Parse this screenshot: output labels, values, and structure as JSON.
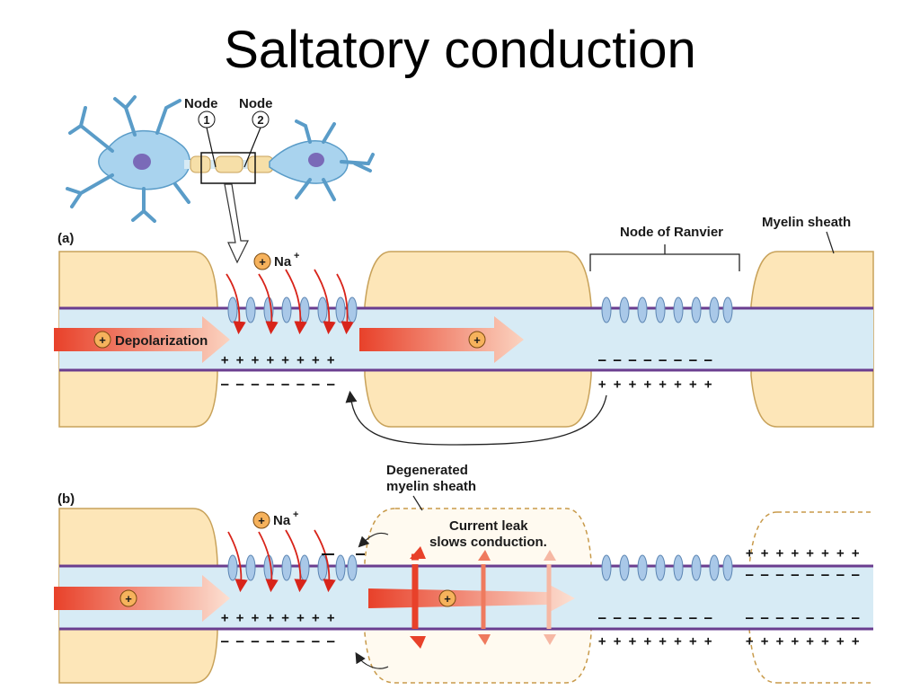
{
  "title": "Saltatory conduction",
  "inset": {
    "node1_label": "Node",
    "node1_num": "1",
    "node2_label": "Node",
    "node2_num": "2"
  },
  "panel_a": {
    "letter": "(a)",
    "na_label": "Na",
    "na_sup": "+",
    "depolarization": "Depolarization",
    "node_of_ranvier": "Node of Ranvier",
    "myelin_sheath": "Myelin sheath",
    "plus_row": "+ + + + + + + +",
    "minus_row": "– – – – – – – –"
  },
  "panel_b": {
    "letter": "(b)",
    "na_label": "Na",
    "na_sup": "+",
    "degenerated_line1": "Degenerated",
    "degenerated_line2": "myelin sheath",
    "leak_line1": "Current leak",
    "leak_line2": "slows conduction.",
    "plus_row": "+ + + + + + + +",
    "minus_row": "– – – – – – – –"
  },
  "plus_symbol": "+",
  "colors": {
    "myelin": "#fde6b8",
    "myelin_border": "#c8a25a",
    "axon": "#d7ebf5",
    "membrane": "#6a3d8f",
    "channel": "#a9c8e8",
    "arrow_red": "#e8412a",
    "neuron": "#a9d3ee"
  }
}
